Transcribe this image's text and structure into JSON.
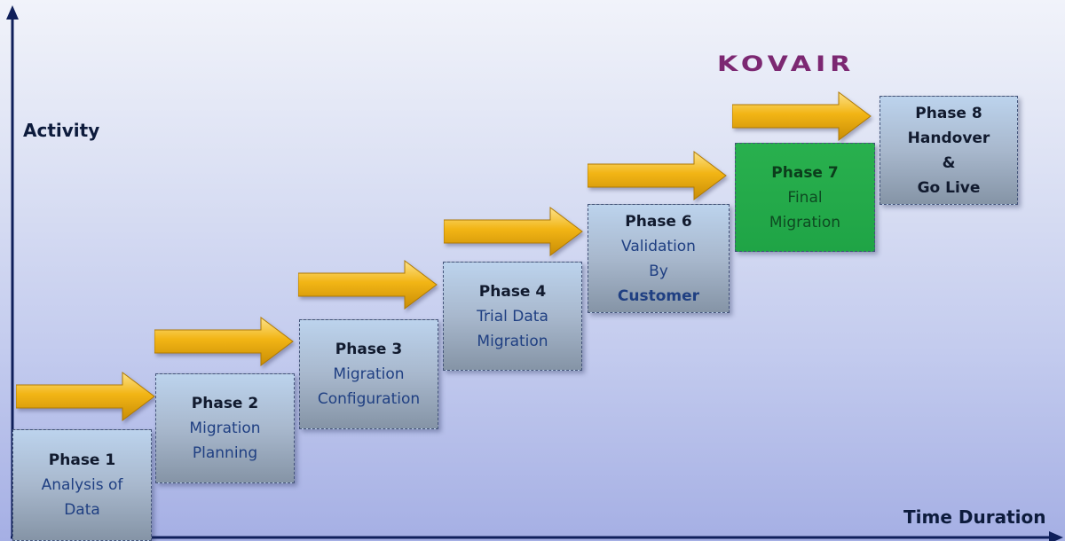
{
  "logo": "KOVAIR",
  "axes": {
    "y_label": "Activity",
    "x_label": "Time Duration"
  },
  "phases": [
    {
      "title": "Phase 1",
      "lines": [
        "Analysis of",
        "Data"
      ]
    },
    {
      "title": "Phase 2",
      "lines": [
        "Migration",
        "Planning"
      ]
    },
    {
      "title": "Phase 3",
      "lines": [
        "Migration",
        "Configuration"
      ]
    },
    {
      "title": "Phase 4",
      "lines": [
        "Trial Data",
        "Migration"
      ]
    },
    {
      "title": "Phase 6",
      "lines": [
        "Validation",
        "By",
        "Customer"
      ]
    },
    {
      "title": "Phase 7",
      "lines": [
        "Final",
        "Migration"
      ]
    },
    {
      "title": "Phase 8",
      "lines": [
        "Handover",
        "&",
        "Go Live"
      ]
    }
  ],
  "colors": {
    "arrow": "#f2b515",
    "highlight": "#22a84a",
    "axis": "#0f1f5a",
    "logo": "#7c2872"
  }
}
